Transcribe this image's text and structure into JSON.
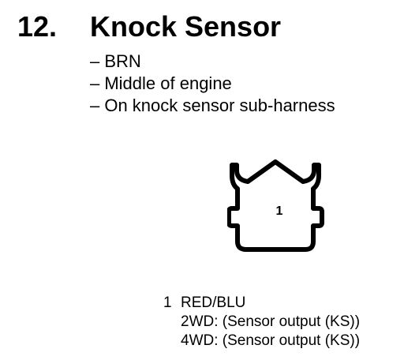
{
  "heading": {
    "number": "12.",
    "title": "Knock Sensor"
  },
  "details": [
    "– BRN",
    "– Middle of engine",
    "– On knock sensor sub-harness"
  ],
  "connector": {
    "pin_label": "1"
  },
  "pins": [
    {
      "number": "1",
      "wire_color": "RED/BLU",
      "lines": [
        "2WD: (Sensor output (KS))",
        "4WD: (Sensor output (KS))"
      ]
    }
  ]
}
